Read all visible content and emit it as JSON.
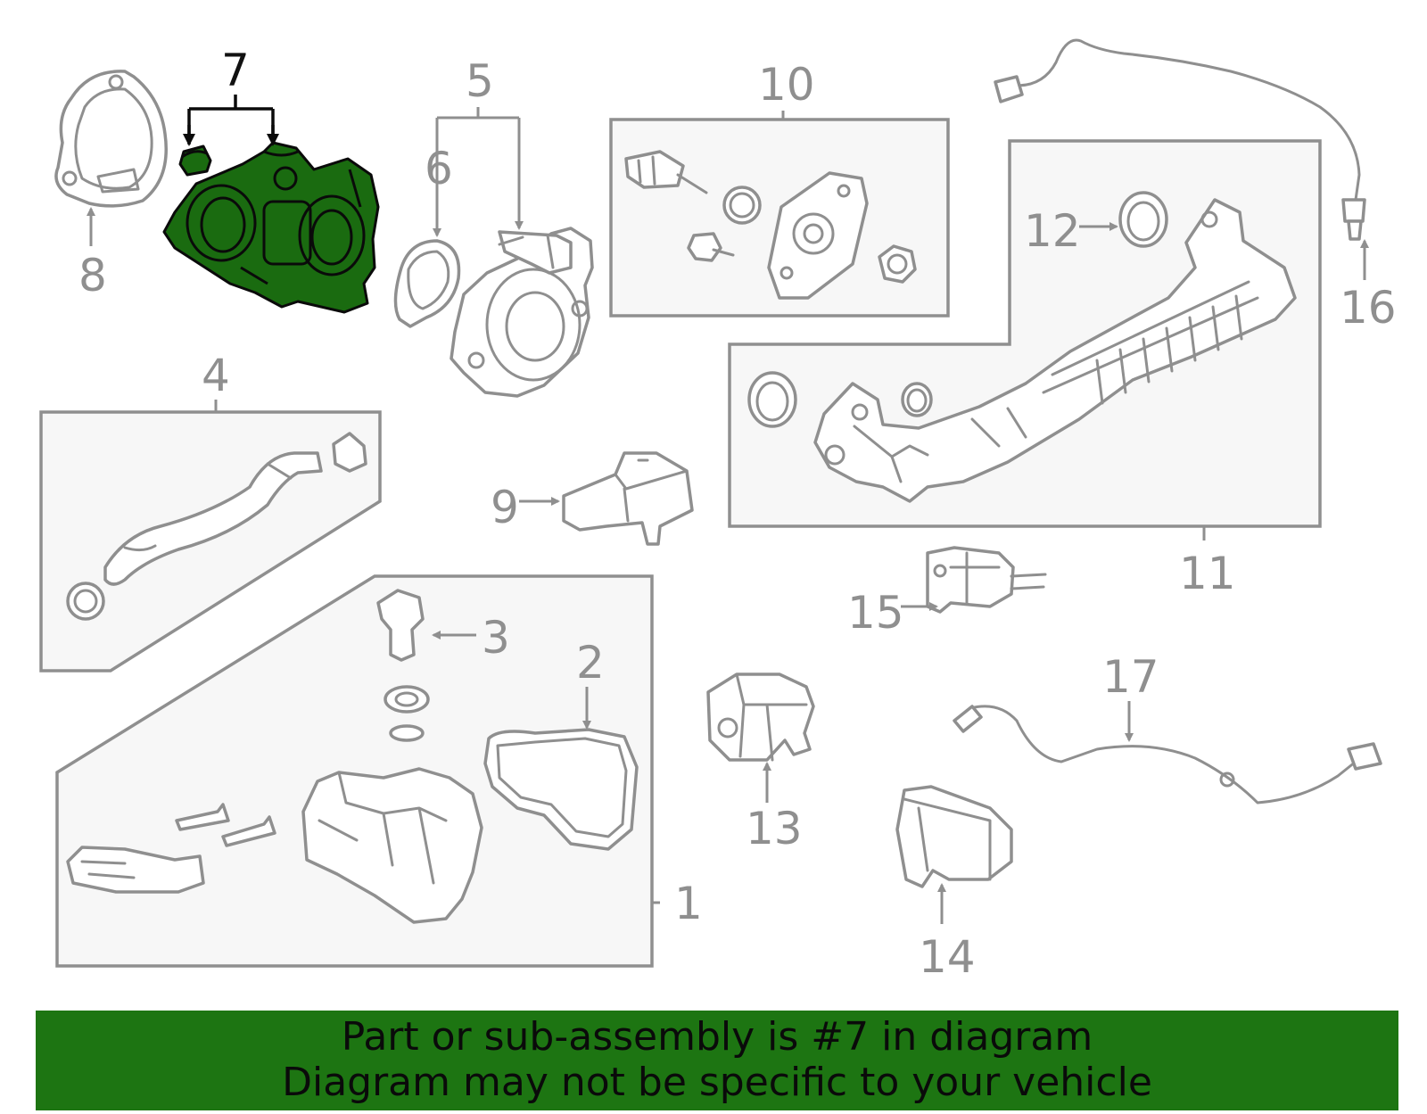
{
  "diagram": {
    "highlighted_part": "7",
    "labels": [
      "1",
      "2",
      "3",
      "4",
      "5",
      "6",
      "7",
      "8",
      "9",
      "10",
      "11",
      "12",
      "13",
      "14",
      "15",
      "16",
      "17"
    ],
    "colors": {
      "highlight": "#1a6b10",
      "line": "#8f8f8f",
      "banner": "#1d7512"
    }
  },
  "banner": {
    "line1": "Part or sub-assembly is #7 in diagram",
    "line2": "Diagram may not be specific to your vehicle"
  }
}
